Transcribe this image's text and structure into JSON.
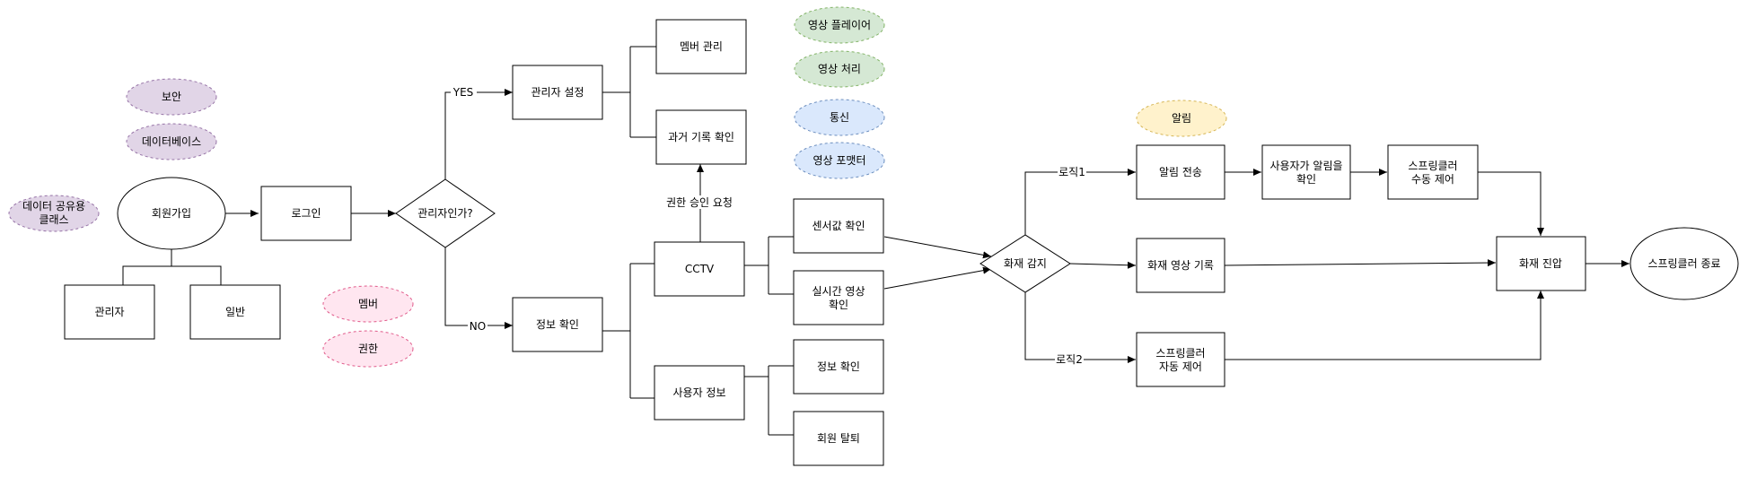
{
  "nodes": {
    "signup": "회원가입",
    "admin": "관리자",
    "general": "일반",
    "login": "로그인",
    "is_admin": "관리자인가?",
    "admin_settings": "관리자 설정",
    "member_mgmt": "멤버 관리",
    "history": "과거 기록 확인",
    "info_check": "정보 확인",
    "cctv": "CCTV",
    "user_info": "사용자 정보",
    "sensor": "센서값 확인",
    "realtime_1": "실시간 영상",
    "realtime_2": "확인",
    "info_check2": "정보 확인",
    "withdraw": "회원 탈퇴",
    "fire_detect": "화재 감지",
    "alarm_send": "알림 전송",
    "user_confirm_1": "사용자가 알림을",
    "user_confirm_2": "확인",
    "manual_1": "스프링클러",
    "manual_2": "수동 제어",
    "fire_record": "화재 영상 기록",
    "auto_1": "스프링클러",
    "auto_2": "자동 제어",
    "suppress": "화재 진압",
    "end": "스프링클러 종료"
  },
  "edge_labels": {
    "yes": "YES",
    "no": "NO",
    "perm_request": "권한 승인 요청",
    "logic1": "로직1",
    "logic2": "로직2"
  },
  "legend": {
    "security": "보안",
    "database": "데이터베이스",
    "shared_1": "데이터 공유용",
    "shared_2": "클래스",
    "member": "멤버",
    "permission": "권한",
    "player": "영상 플레이어",
    "video_proc": "영상 처리",
    "comm": "통신",
    "formatter": "영상 포맷터",
    "alarm": "알림"
  },
  "colors": {
    "purple_fill": "#e1d5e7",
    "purple_stroke": "#9673a6",
    "pink_fill": "#ffe6f0",
    "pink_stroke": "#e05a8a",
    "green_fill": "#d5e8d4",
    "green_stroke": "#82b366",
    "blue_fill": "#dae8fc",
    "blue_stroke": "#6c8ebf",
    "yellow_fill": "#fff2cc",
    "yellow_stroke": "#d6b656"
  }
}
